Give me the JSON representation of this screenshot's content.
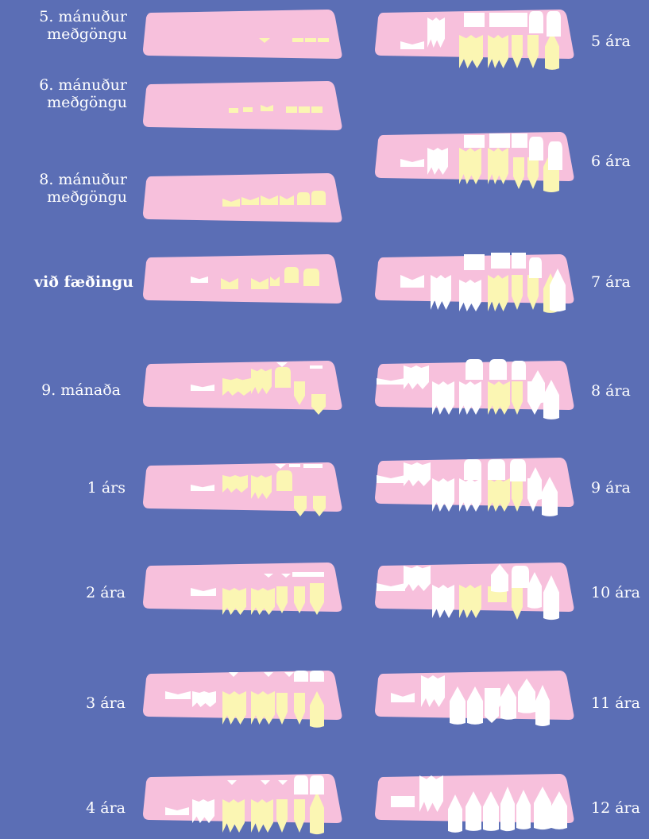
{
  "colors": {
    "background": "#5b6eb5",
    "gum": "#f7c0dc",
    "primary_tooth": "#fbf6b3",
    "permanent_tooth": "#ffffff"
  },
  "left_column": [
    {
      "label": "5. mánuður\nmeðgöngu",
      "bold": false
    },
    {
      "label": "6. mánuður\nmeðgöngu",
      "bold": false
    },
    {
      "label": "8. mánuður\nmeðgöngu",
      "bold": false
    },
    {
      "label": "við fæðingu",
      "bold": true
    },
    {
      "label": "9. mánaða",
      "bold": false
    },
    {
      "label": "1 árs",
      "bold": false
    },
    {
      "label": "2 ára",
      "bold": false
    },
    {
      "label": "3 ára",
      "bold": false
    },
    {
      "label": "4 ára",
      "bold": false
    }
  ],
  "right_column": [
    {
      "label": "5 ára"
    },
    {
      "label": "6 ára"
    },
    {
      "label": "7 ára"
    },
    {
      "label": "8 ára"
    },
    {
      "label": "9 ára"
    },
    {
      "label": "10 ára"
    },
    {
      "label": "11 ára"
    },
    {
      "label": "12 ára"
    }
  ]
}
